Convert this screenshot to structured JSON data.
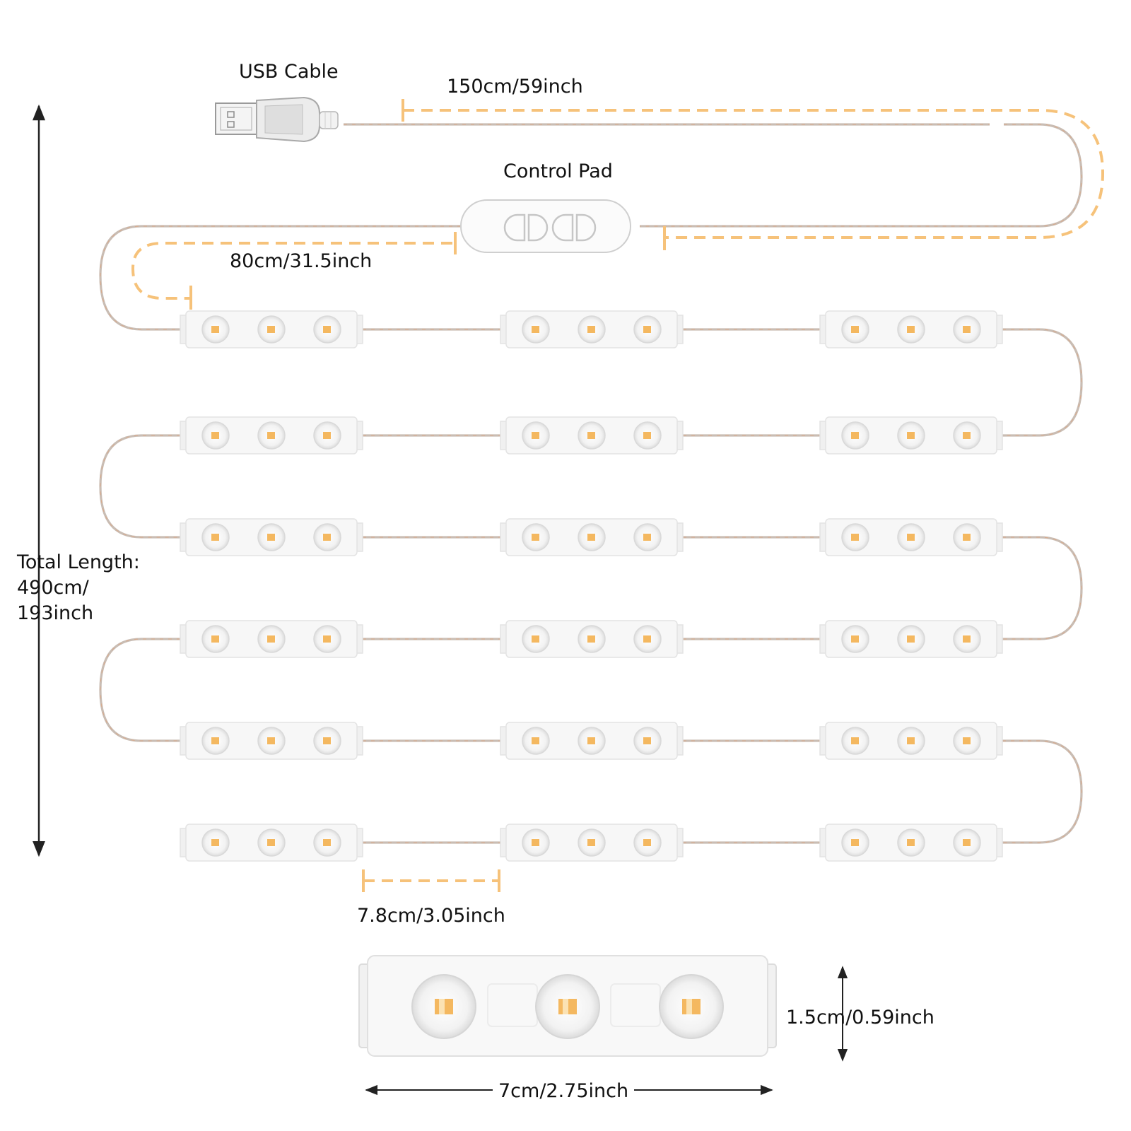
{
  "labels": {
    "usb_cable": "USB Cable",
    "usb_to_pad_length": "150cm/59inch",
    "control_pad": "Control Pad",
    "pad_to_first_module_length": "80cm/31.5inch",
    "module_spacing": "7.8cm/3.05inch",
    "module_height": "1.5cm/0.59inch",
    "module_width": "7cm/2.75inch",
    "total_length_title": "Total Length:",
    "total_length_cm": "490cm/",
    "total_length_inch": "193inch"
  },
  "layout": {
    "rows": 6,
    "modules_per_row": 3,
    "leds_per_module": 3,
    "control_pad_buttons": 2
  },
  "colors": {
    "dimension_dash": "#F6C27A",
    "cable": "#C9BDB4",
    "cable_copper": "#D9A98A",
    "module_body": "#F7F7F7",
    "module_edge": "#E3E3E3",
    "led_chip": "#F4B860",
    "arrow": "#222222"
  },
  "icons": [
    "usb-plug-icon",
    "control-pad-icon",
    "led-module-icon",
    "led-chip-icon"
  ]
}
